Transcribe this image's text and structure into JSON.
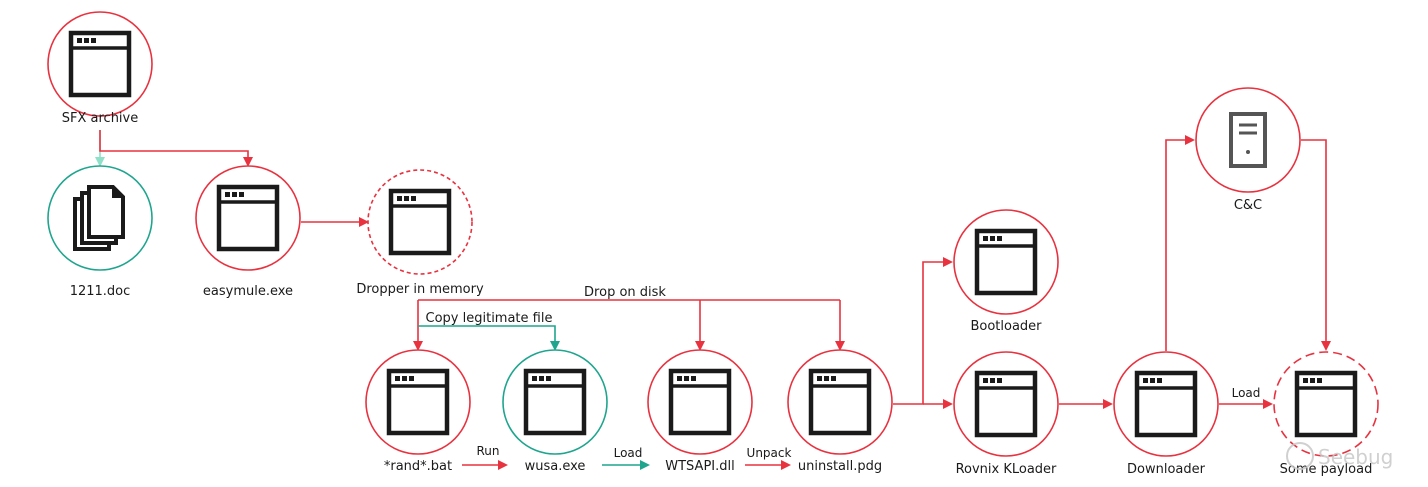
{
  "colors": {
    "malicious": "#e8323f",
    "legitimate": "#1fa58e",
    "legitimate_light": "#8fe0c8",
    "icon": "#1a1a1a",
    "server_icon": "#555555"
  },
  "nodes": [
    {
      "id": "sfx",
      "label": "SFX archive",
      "icon": "window-icon",
      "kind": "malicious",
      "style": "solid"
    },
    {
      "id": "doc",
      "label": "1211.doc",
      "icon": "documents-icon",
      "kind": "legitimate",
      "style": "solid"
    },
    {
      "id": "easymule",
      "label": "easymule.exe",
      "icon": "window-icon",
      "kind": "malicious",
      "style": "solid"
    },
    {
      "id": "dropper",
      "label": "Dropper in memory",
      "icon": "window-icon",
      "kind": "malicious",
      "style": "dashed"
    },
    {
      "id": "randbat",
      "label": "*rand*.bat",
      "icon": "window-icon",
      "kind": "malicious",
      "style": "solid"
    },
    {
      "id": "wusa",
      "label": "wusa.exe",
      "icon": "window-icon",
      "kind": "legitimate",
      "style": "solid"
    },
    {
      "id": "wtsapi",
      "label": "WTSAPI.dll",
      "icon": "window-icon",
      "kind": "malicious",
      "style": "solid"
    },
    {
      "id": "uninstall",
      "label": "uninstall.pdg",
      "icon": "window-icon",
      "kind": "malicious",
      "style": "solid"
    },
    {
      "id": "bootloader",
      "label": "Bootloader",
      "icon": "window-icon",
      "kind": "malicious",
      "style": "solid"
    },
    {
      "id": "kloader",
      "label": "Rovnix KLoader",
      "icon": "window-icon",
      "kind": "malicious",
      "style": "solid"
    },
    {
      "id": "downloader",
      "label": "Downloader",
      "icon": "window-icon",
      "kind": "malicious",
      "style": "solid"
    },
    {
      "id": "cc",
      "label": "C&C",
      "icon": "server-icon",
      "kind": "malicious",
      "style": "solid"
    },
    {
      "id": "payload",
      "label": "Some payload",
      "icon": "window-icon",
      "kind": "malicious",
      "style": "dashed"
    }
  ],
  "edges": [
    {
      "from": "sfx",
      "to": "doc",
      "label": "",
      "kind": "legitimate_light"
    },
    {
      "from": "sfx",
      "to": "easymule",
      "label": "",
      "kind": "malicious"
    },
    {
      "from": "easymule",
      "to": "dropper",
      "label": "",
      "kind": "malicious"
    },
    {
      "from": "dropper",
      "to": "randbat",
      "label": "",
      "kind": "malicious"
    },
    {
      "from": "dropper",
      "to": "wtsapi",
      "label": "",
      "kind": "malicious"
    },
    {
      "from": "dropper",
      "to": "uninstall",
      "label": "",
      "kind": "malicious"
    },
    {
      "from": "dropper",
      "to": "wusa",
      "label": "",
      "kind": "legitimate"
    },
    {
      "from": "randbat",
      "to": "wusa",
      "label": "Run",
      "kind": "malicious"
    },
    {
      "from": "wusa",
      "to": "wtsapi",
      "label": "Load",
      "kind": "legitimate"
    },
    {
      "from": "wtsapi",
      "to": "uninstall",
      "label": "Unpack",
      "kind": "malicious"
    },
    {
      "from": "uninstall",
      "to": "bootloader",
      "label": "",
      "kind": "malicious"
    },
    {
      "from": "uninstall",
      "to": "kloader",
      "label": "",
      "kind": "malicious"
    },
    {
      "from": "kloader",
      "to": "downloader",
      "label": "",
      "kind": "malicious"
    },
    {
      "from": "downloader",
      "to": "cc",
      "label": "",
      "kind": "malicious"
    },
    {
      "from": "cc",
      "to": "payload",
      "label": "",
      "kind": "malicious"
    },
    {
      "from": "downloader",
      "to": "payload",
      "label": "Load",
      "kind": "malicious"
    }
  ],
  "group_labels": {
    "drop_on_disk": "Drop on disk",
    "copy_legitimate_file": "Copy legitimate file"
  },
  "watermark": "Seebug"
}
